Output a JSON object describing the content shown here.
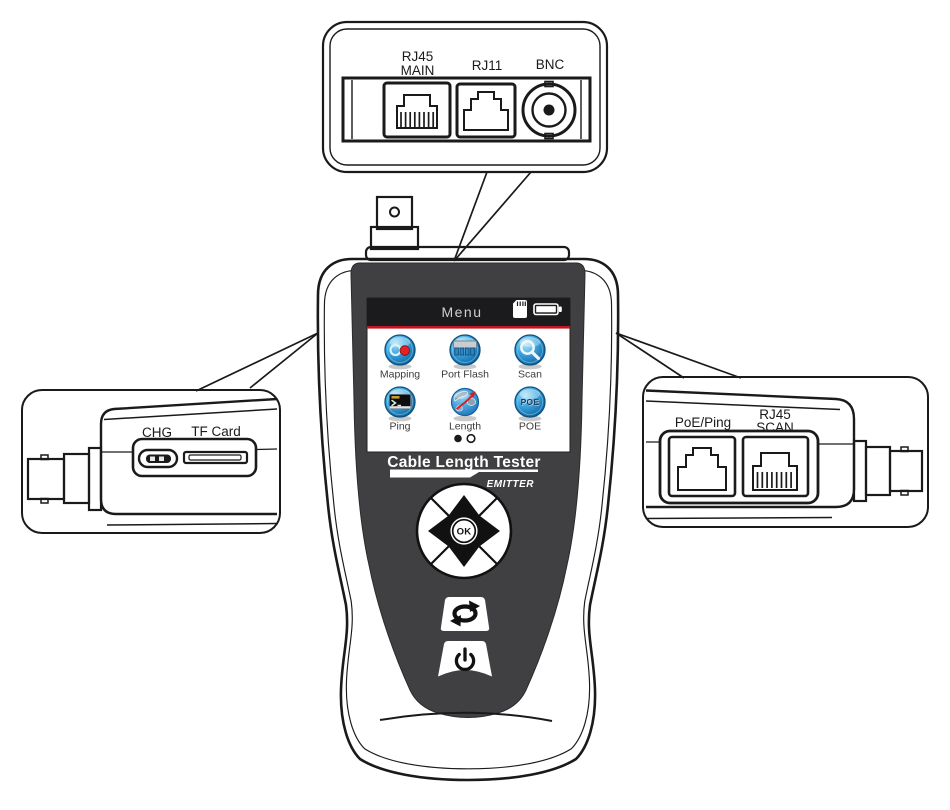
{
  "colors": {
    "outline": "#1a1a1a",
    "panel_dark": "#404043",
    "screen_header": "#1b1b1d",
    "accent_red": "#c41422",
    "icon_blue": "#1173b4",
    "icon_red": "#e02525",
    "screen_bg": "#ffffff"
  },
  "device": {
    "screen": {
      "title": "Menu",
      "status_icons": [
        "sd-card-icon",
        "battery-icon"
      ],
      "menu_items": [
        {
          "label": "Mapping",
          "icon": "mapping-icon"
        },
        {
          "label": "Port Flash",
          "icon": "port-flash-icon"
        },
        {
          "label": "Scan",
          "icon": "scan-icon"
        },
        {
          "label": "Ping",
          "icon": "ping-icon"
        },
        {
          "label": "Length",
          "icon": "length-icon"
        },
        {
          "label": "POE",
          "icon": "poe-icon"
        }
      ],
      "poe_icon_text": "POE",
      "page_indicator": {
        "current_page": 1,
        "total_pages": 2
      }
    },
    "branding": {
      "title": "Cable Length Tester",
      "subtitle": "EMITTER"
    },
    "controls": {
      "ok_label": "OK",
      "buttons": [
        "loop-button",
        "power-button"
      ]
    }
  },
  "callouts": {
    "top": {
      "ports": [
        {
          "line1": "RJ45",
          "line2": "MAIN"
        },
        {
          "line1": "RJ11",
          "line2": ""
        },
        {
          "line1": "BNC",
          "line2": ""
        }
      ]
    },
    "left": {
      "ports": [
        {
          "line1": "CHG"
        },
        {
          "line1": "TF Card"
        }
      ]
    },
    "right": {
      "ports": [
        {
          "line1": "PoE/Ping",
          "line2": ""
        },
        {
          "line1": "RJ45",
          "line2": "SCAN"
        }
      ]
    }
  }
}
